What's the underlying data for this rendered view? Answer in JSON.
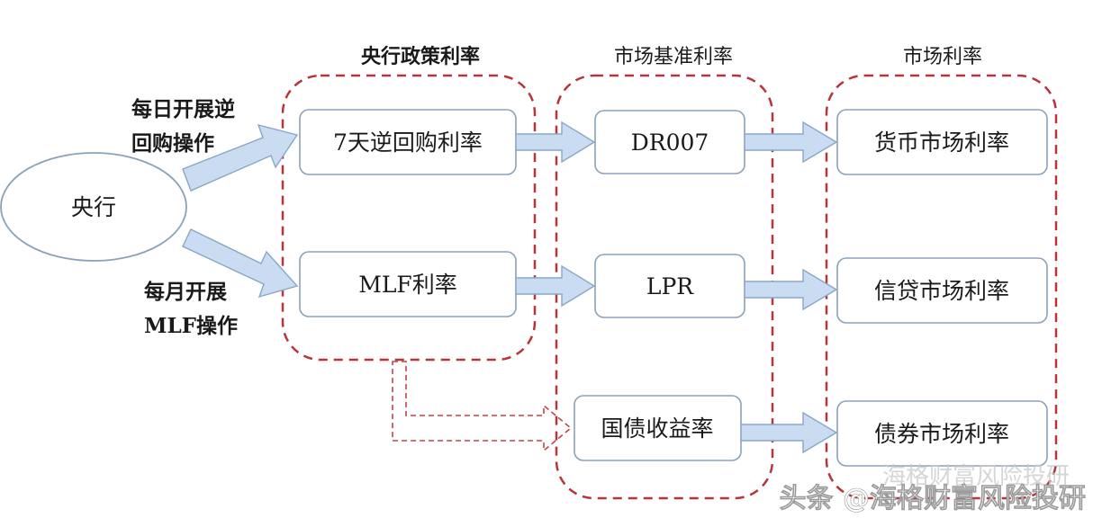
{
  "diagram": {
    "source_node": {
      "label": "央行"
    },
    "operations": {
      "daily_line1": "每日开展逆",
      "daily_line2": "回购操作",
      "monthly_line1": "每月开展",
      "monthly_line2": "MLF操作"
    },
    "groups": {
      "policy": {
        "title": "央行政策利率",
        "items": [
          "7天逆回购利率",
          "MLF利率"
        ]
      },
      "benchmark": {
        "title": "市场基准利率",
        "items": [
          "DR007",
          "LPR",
          "国债收益率"
        ]
      },
      "market": {
        "title": "市场利率",
        "items": [
          "货币市场利率",
          "信贷市场利率",
          "债券市场利率"
        ]
      }
    }
  },
  "watermark": {
    "text_faint": "海格财富风险投研",
    "text": "头条 @海格财富风险投研"
  },
  "colors": {
    "group_border": "#b8333a",
    "box_border": "#8aa2b8",
    "arrow_fill": "#c9dcf2",
    "arrow_stroke": "#8aa6c6",
    "dashed_arrow": "#c0434a"
  }
}
